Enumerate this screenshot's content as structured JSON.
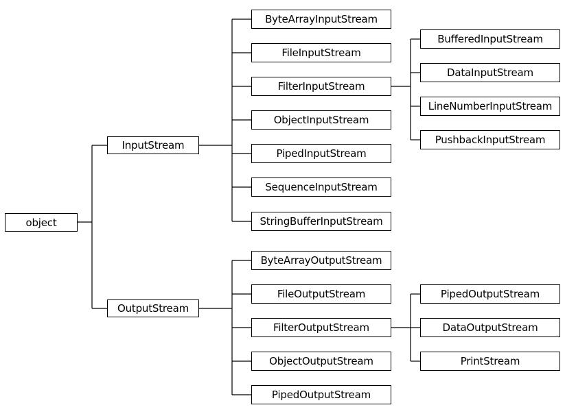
{
  "root": {
    "label": "object"
  },
  "input": {
    "label": "InputStream",
    "children": [
      "ByteArrayInputStream",
      "FileInputStream",
      "FilterInputStream",
      "ObjectInputStream",
      "PipedInputStream",
      "SequenceInputStream",
      "StringBufferInputStream"
    ],
    "filter_children": [
      "BufferedInputStream",
      "DataInputStream",
      "LineNumberInputStream",
      "PushbackInputStream"
    ]
  },
  "output": {
    "label": "OutputStream",
    "children": [
      "ByteArrayOutputStream",
      "FileOutputStream",
      "FilterOutputStream",
      "ObjectOutputStream",
      "PipedOutputStream"
    ],
    "filter_children": [
      "PipedOutputStream",
      "DataOutputStream",
      "PrintStream"
    ]
  }
}
